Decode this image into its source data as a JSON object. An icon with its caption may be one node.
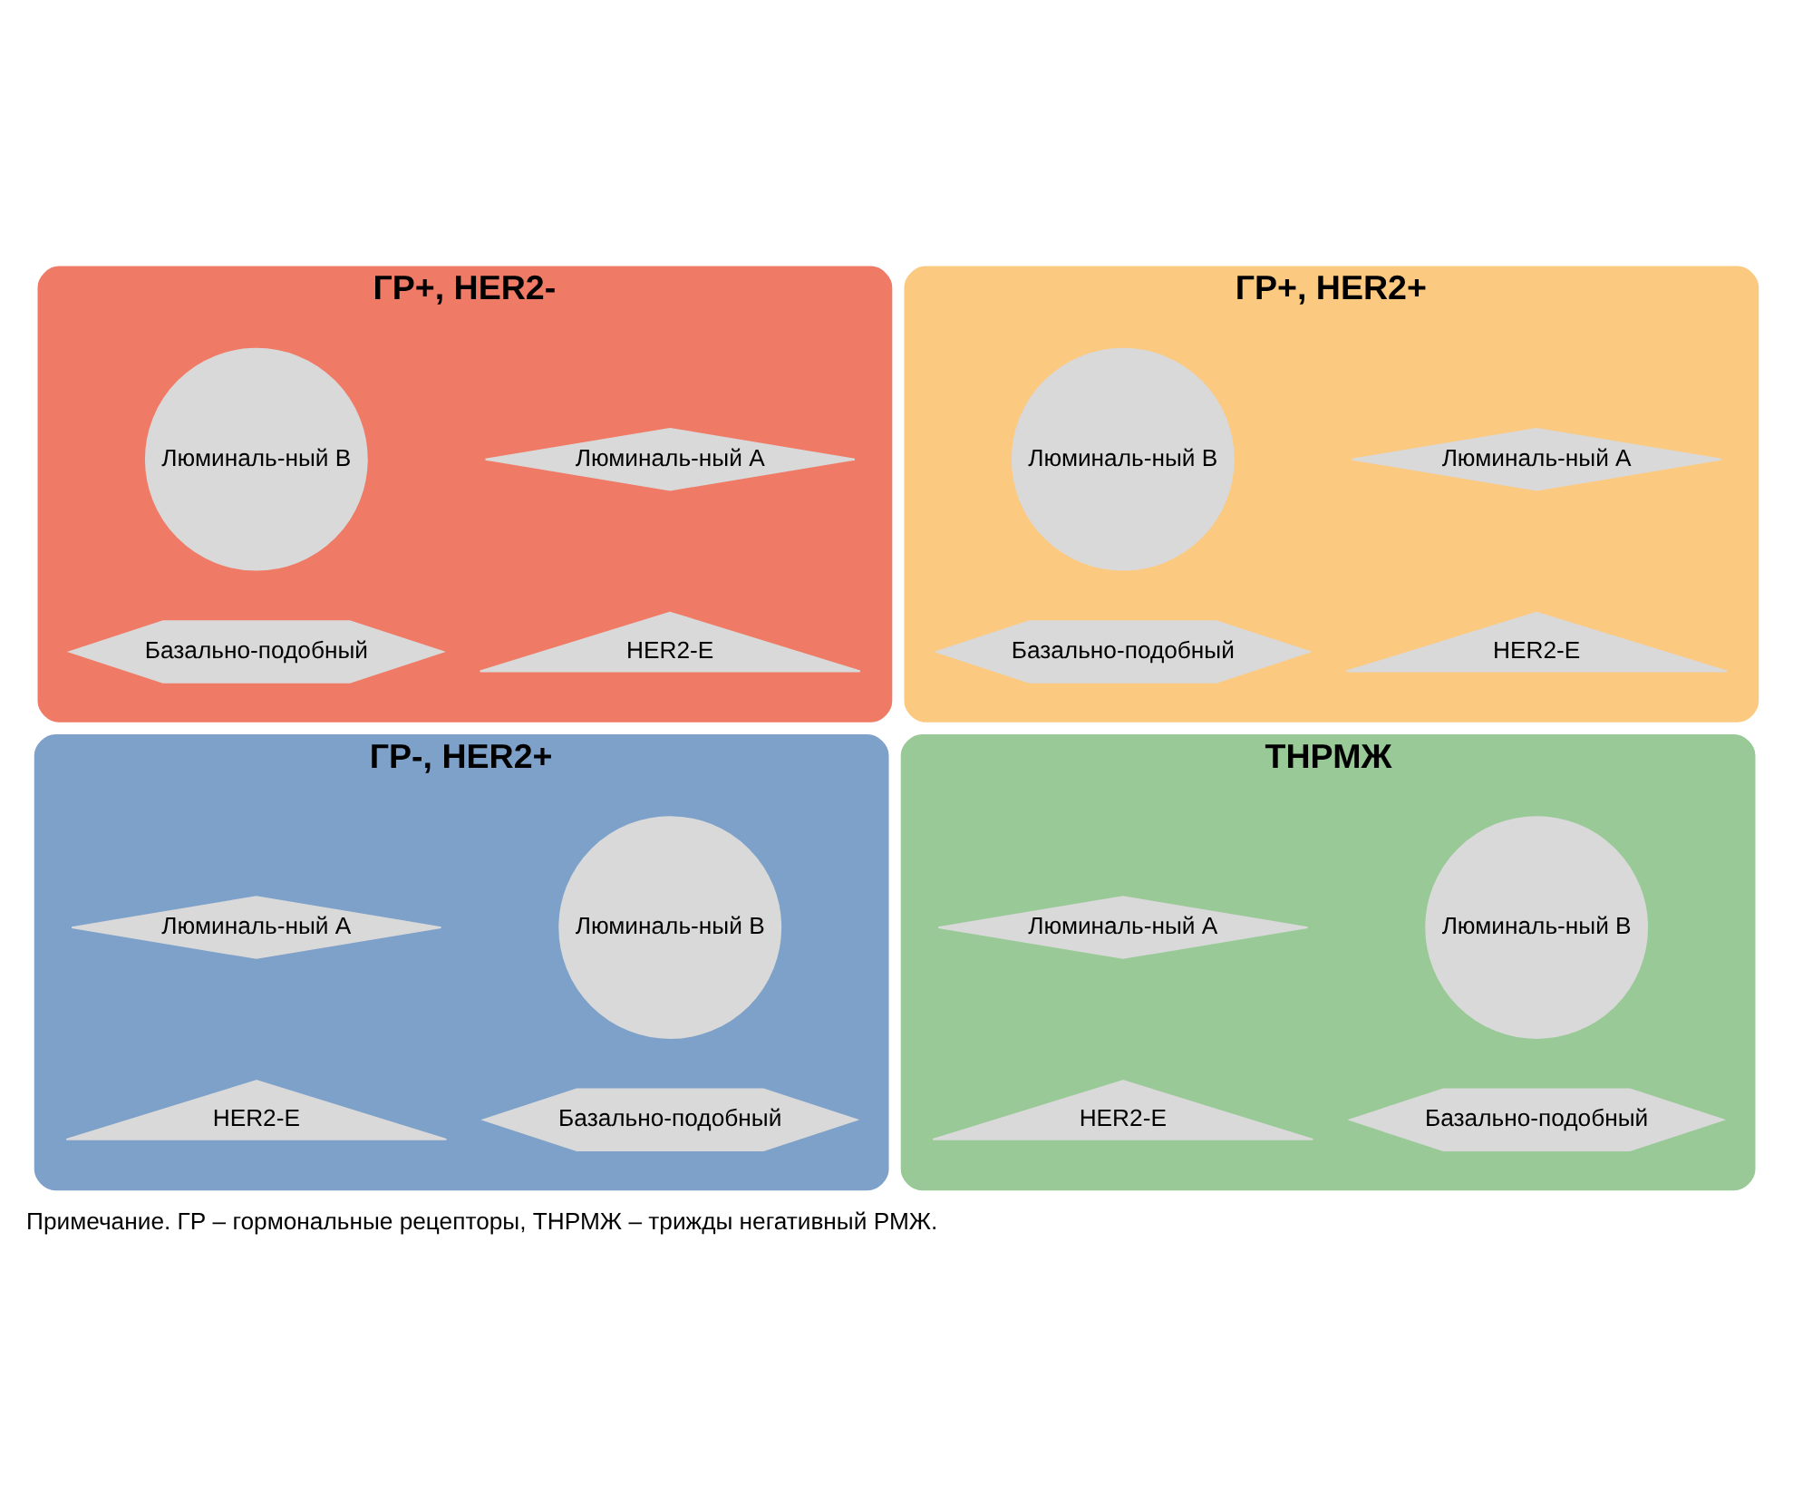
{
  "diagram": {
    "caption": "Примечание. ГР – гормональные рецепторы, ТНРМЖ – трижды негативный РМЖ.",
    "nodes": [
      {
        "text": [
          "ГР+, HER2-"
        ]
      },
      {
        "text": [
          "Люминаль-ный А"
        ],
        "in": 0
      },
      {
        "text": [
          "Люминаль-ный В"
        ],
        "in": 0
      },
      {
        "text": [
          "HER2-E"
        ],
        "in": 0
      },
      {
        "text": [
          "Базально-подобный"
        ],
        "in": 0
      },
      {
        "text": [
          "ГР+, HER2+"
        ]
      },
      {
        "text": [
          "Люминаль-ный А"
        ],
        "in": 5
      },
      {
        "text": [
          "Люминаль-ный В"
        ],
        "in": 5
      },
      {
        "text": [
          "HER2-E"
        ],
        "in": 5
      },
      {
        "text": [
          "Базально-подобный"
        ],
        "in": 5
      },
      {
        "text": [
          "ГР-, HER2+"
        ]
      },
      {
        "text": [
          "Люминаль-ный А"
        ],
        "in": 10
      },
      {
        "text": [
          "Люминаль-ный В"
        ],
        "in": 10
      },
      {
        "text": [
          "HER2-E"
        ],
        "in": 10
      },
      {
        "text": [
          "Базально-подобный"
        ],
        "in": 10
      },
      {
        "text": [
          "ТНРМЖ"
        ]
      },
      {
        "text": [
          "Люминаль-ный А"
        ],
        "in": 15
      },
      {
        "text": [
          "Люминаль-ный В"
        ],
        "in": 15
      },
      {
        "text": [
          "HER2-E"
        ],
        "in": 15
      },
      {
        "text": [
          "Базально-подобный"
        ],
        "in": 15
      }
    ],
    "edges": []
  }
}
